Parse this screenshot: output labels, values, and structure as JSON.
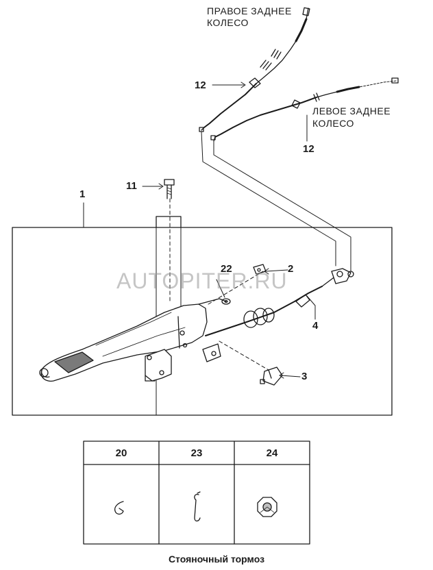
{
  "labels": {
    "right_wheel_l1": "ПРАВОЕ ЗАДНЕЕ",
    "right_wheel_l2": "КОЛЕСО",
    "left_wheel_l1": "ЛЕВОЕ ЗАДНЕЕ",
    "left_wheel_l2": "КОЛЕСО",
    "callout_12a": "12",
    "callout_12b": "12",
    "callout_11": "11",
    "callout_1": "1",
    "callout_22": "22",
    "callout_2": "2",
    "callout_4": "4",
    "callout_3": "3"
  },
  "watermark": "AUTOPITER.RU",
  "table": {
    "headers": [
      "20",
      "23",
      "24"
    ]
  },
  "caption": "Стояночный тормоз",
  "colors": {
    "line": "#1a1a1a",
    "shade": "#cfcfcf",
    "watermark": "#9a9a9a"
  }
}
